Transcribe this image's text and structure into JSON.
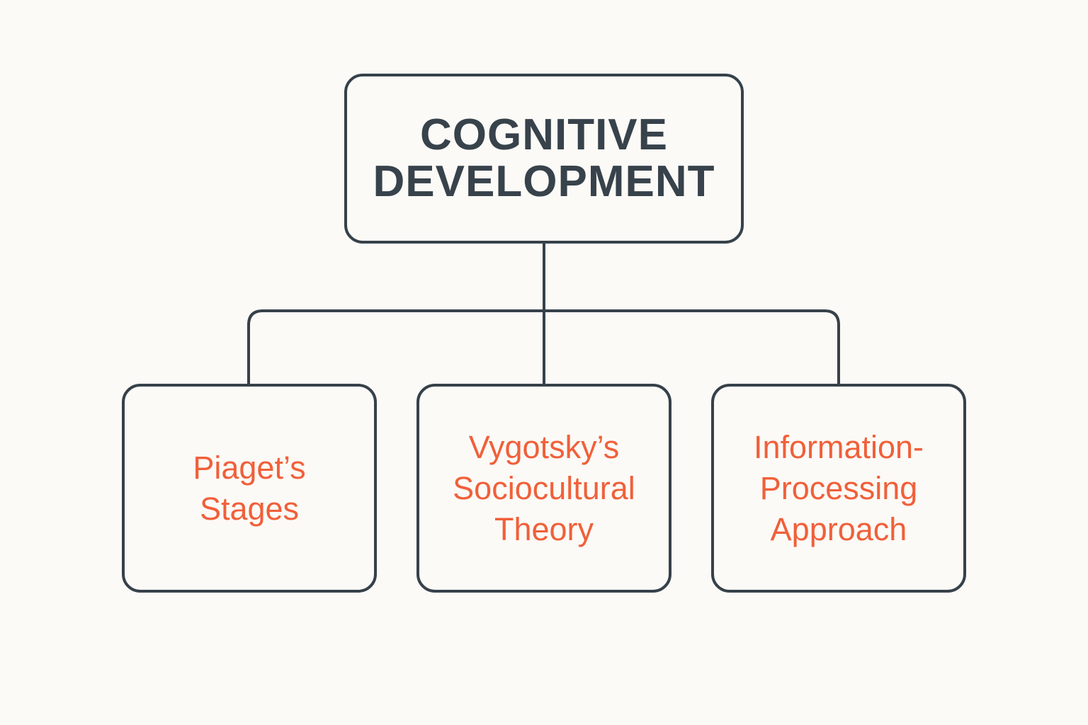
{
  "root": {
    "label": "COGNITIVE\nDEVELOPMENT"
  },
  "children": [
    {
      "label": "Piaget’s\nStages"
    },
    {
      "label": "Vygotsky’s\nSociocultural\nTheory"
    },
    {
      "label": "Information-\nProcessing\nApproach"
    }
  ],
  "colors": {
    "stroke": "#36414a",
    "root_text": "#37424b",
    "child_text": "#f0603a",
    "background": "#fcfaf6"
  }
}
